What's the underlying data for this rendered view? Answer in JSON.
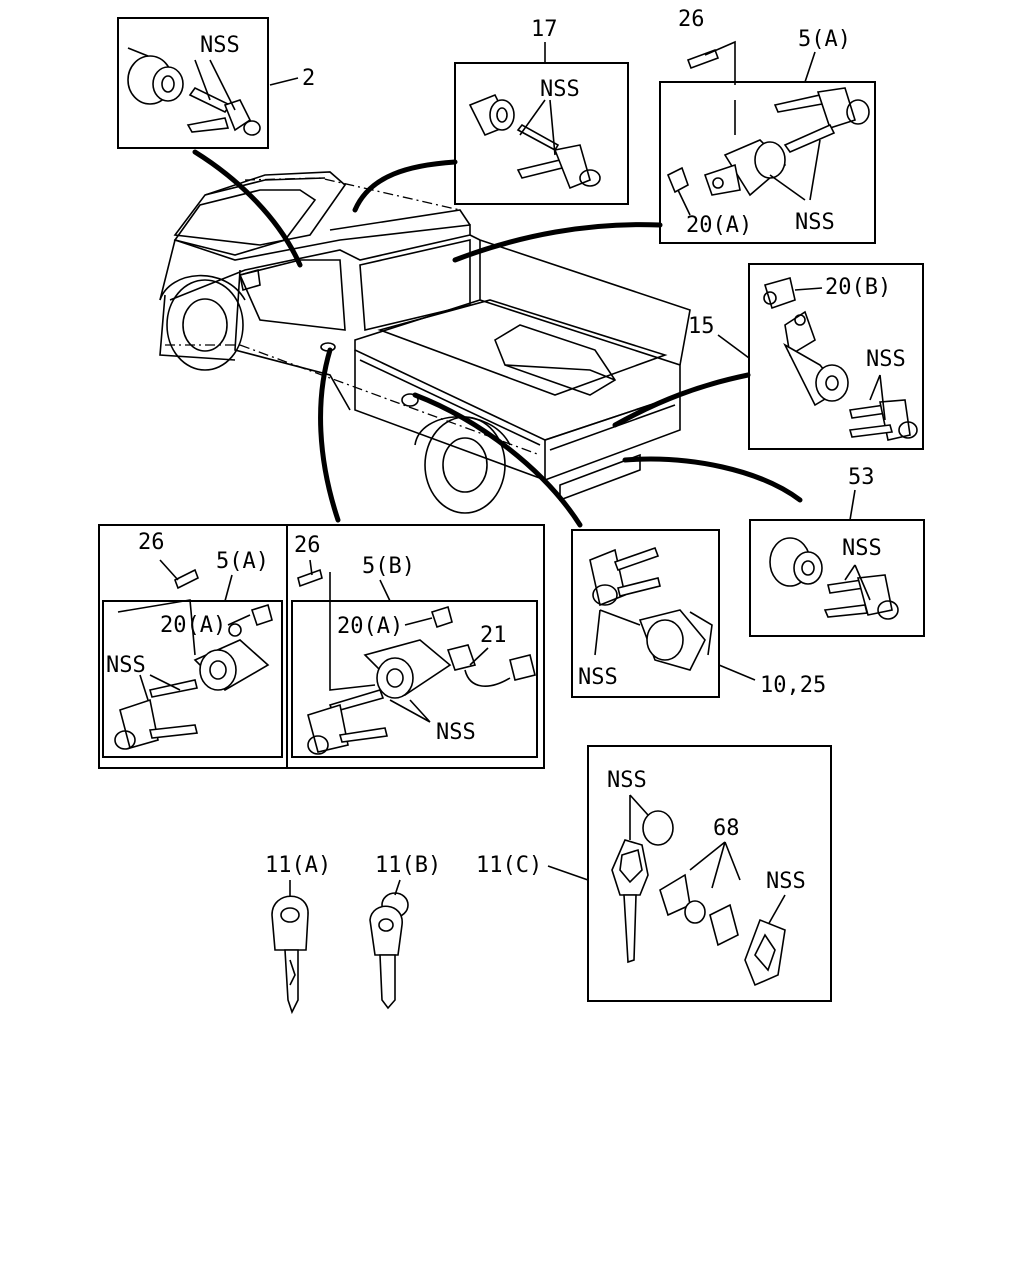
{
  "diagram": {
    "callouts": {
      "c2": "2",
      "c17": "17",
      "c26_top": "26",
      "c5a_top": "5(A)",
      "c20a_top": "20(A)",
      "c20b": "20(B)",
      "c15": "15",
      "c53": "53",
      "c26_l": "26",
      "c5a_l": "5(A)",
      "c20a_l": "20(A)",
      "c26_m": "26",
      "c5b": "5(B)",
      "c20a_m": "20(A)",
      "c21": "21",
      "c1025": "10,25",
      "c11a": "11(A)",
      "c11b": "11(B)",
      "c11c": "11(C)",
      "c68": "68"
    },
    "nss": {
      "n_box2": "NSS",
      "n_box17": "NSS",
      "n_box5a": "NSS",
      "n_box15": "NSS",
      "n_box53": "NSS",
      "n_box10": "NSS",
      "n_left": "NSS",
      "n_mid": "NSS",
      "n_11c_top": "NSS",
      "n_11c_right": "NSS"
    }
  }
}
